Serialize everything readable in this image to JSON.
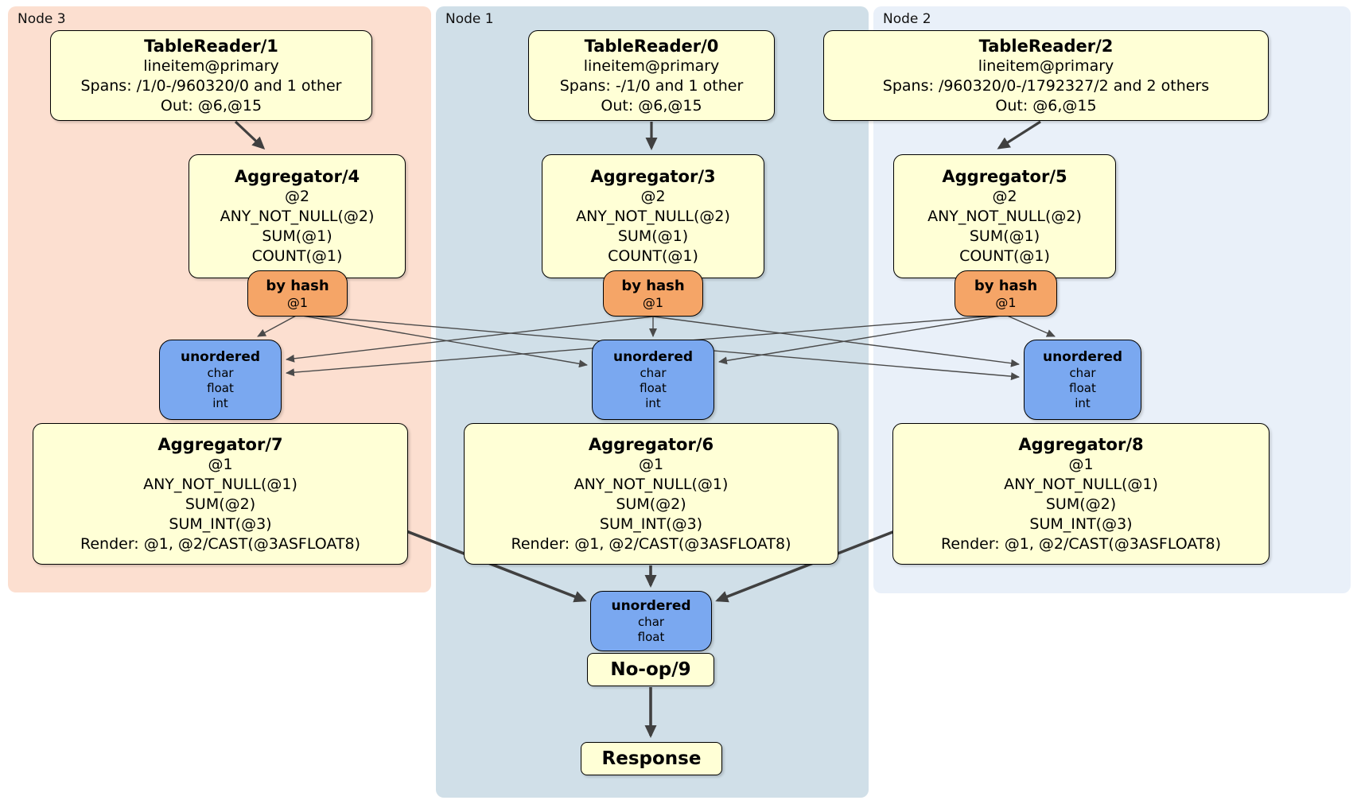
{
  "colors": {
    "node3_bg": "#fcdfd0",
    "node1_bg": "#d0dfe8",
    "node2_bg": "#e9f0f9",
    "proc_fill": "#ffffd6",
    "router_fill": "#f5a567",
    "sync_fill": "#7aa8f0",
    "edge_thin": "#4a4a4a",
    "edge_thick": "#404040"
  },
  "panels": [
    {
      "label": "Node 3"
    },
    {
      "label": "Node 1"
    },
    {
      "label": "Node 2"
    }
  ],
  "boxes": {
    "tr1": {
      "title": "TableReader/1",
      "lines": [
        "lineitem@primary",
        "Spans: /1/0-/960320/0 and 1 other",
        "Out: @6,@15"
      ]
    },
    "tr0": {
      "title": "TableReader/0",
      "lines": [
        "lineitem@primary",
        "Spans: -/1/0 and 1 other",
        "Out: @6,@15"
      ]
    },
    "tr2": {
      "title": "TableReader/2",
      "lines": [
        "lineitem@primary",
        "Spans: /960320/0-/1792327/2 and 2 others",
        "Out: @6,@15"
      ]
    },
    "agg4": {
      "title": "Aggregator/4",
      "lines": [
        "@2",
        "ANY_NOT_NULL(@2)",
        "SUM(@1)",
        "COUNT(@1)"
      ]
    },
    "agg3": {
      "title": "Aggregator/3",
      "lines": [
        "@2",
        "ANY_NOT_NULL(@2)",
        "SUM(@1)",
        "COUNT(@1)"
      ]
    },
    "agg5": {
      "title": "Aggregator/5",
      "lines": [
        "@2",
        "ANY_NOT_NULL(@2)",
        "SUM(@1)",
        "COUNT(@1)"
      ]
    },
    "router4": {
      "title": "by hash",
      "sub": "@1"
    },
    "router3": {
      "title": "by hash",
      "sub": "@1"
    },
    "router5": {
      "title": "by hash",
      "sub": "@1"
    },
    "sync7": {
      "title": "unordered",
      "lines": [
        "char",
        "float",
        "int"
      ]
    },
    "sync6": {
      "title": "unordered",
      "lines": [
        "char",
        "float",
        "int"
      ]
    },
    "sync8": {
      "title": "unordered",
      "lines": [
        "char",
        "float",
        "int"
      ]
    },
    "agg7": {
      "title": "Aggregator/7",
      "lines": [
        "@1",
        "ANY_NOT_NULL(@1)",
        "SUM(@2)",
        "SUM_INT(@3)",
        "Render: @1, @2/CAST(@3ASFLOAT8)"
      ]
    },
    "agg6": {
      "title": "Aggregator/6",
      "lines": [
        "@1",
        "ANY_NOT_NULL(@1)",
        "SUM(@2)",
        "SUM_INT(@3)",
        "Render: @1, @2/CAST(@3ASFLOAT8)"
      ]
    },
    "agg8": {
      "title": "Aggregator/8",
      "lines": [
        "@1",
        "ANY_NOT_NULL(@1)",
        "SUM(@2)",
        "SUM_INT(@3)",
        "Render: @1, @2/CAST(@3ASFLOAT8)"
      ]
    },
    "sync9": {
      "title": "unordered",
      "lines": [
        "char",
        "float"
      ]
    },
    "noop9": {
      "title": "No-op/9"
    },
    "response": {
      "title": "Response"
    }
  }
}
